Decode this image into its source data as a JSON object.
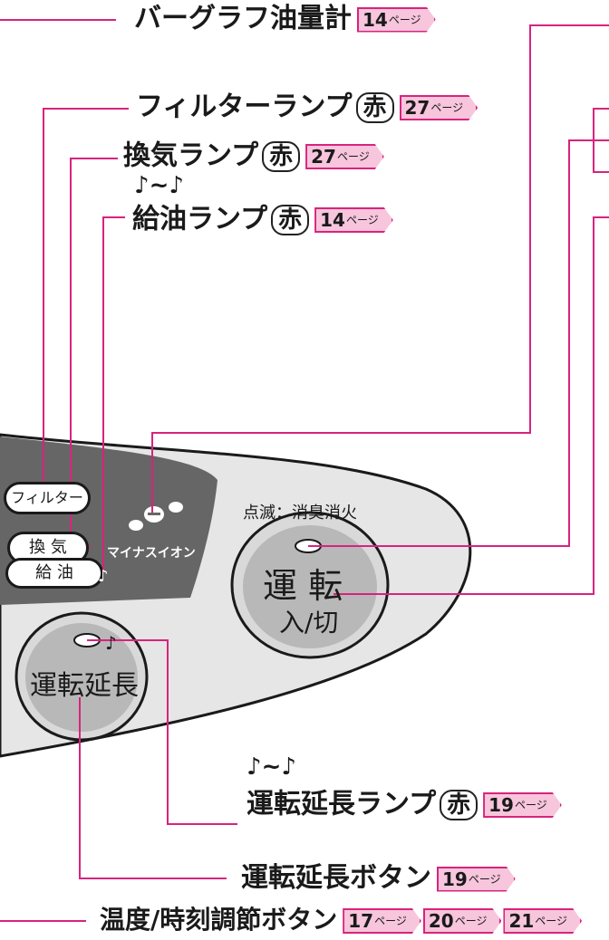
{
  "callouts": {
    "bar_graph": {
      "label": "バーグラフ油量計",
      "pages": [
        "14"
      ]
    },
    "filter_lamp": {
      "label": "フィルターランプ",
      "color": "赤",
      "pages": [
        "27"
      ]
    },
    "ventilation_lamp": {
      "label": "換気ランプ",
      "color": "赤",
      "pages": [
        "27"
      ]
    },
    "refuel_lamp": {
      "label": "給油ランプ",
      "color": "赤",
      "pages": [
        "14"
      ],
      "sound": "♪~♪"
    },
    "extend_lamp": {
      "label": "運転延長ランプ",
      "color": "赤",
      "pages": [
        "19"
      ],
      "sound": "♪~♪"
    },
    "extend_button": {
      "label": "運転延長ボタン",
      "pages": [
        "19"
      ]
    },
    "temp_button": {
      "label": "温度/時刻調節ボタン",
      "pages": [
        "17",
        "20",
        "21"
      ]
    }
  },
  "page_suffix": "ページ",
  "panel": {
    "filter": "フィルター",
    "ventilation": "換 気",
    "refuel": "給 油",
    "ion": "マイナスイオン",
    "blink_note": "点滅：消臭消火",
    "run_top": "運 転",
    "run_bottom": "入/切",
    "extend": "運転延長",
    "note_symbol": "♪"
  },
  "colors": {
    "leader": "#d8237e",
    "tag_fill": "#f7c5dc",
    "panel_dark": "#666666",
    "panel_light": "#e6e6e6"
  }
}
